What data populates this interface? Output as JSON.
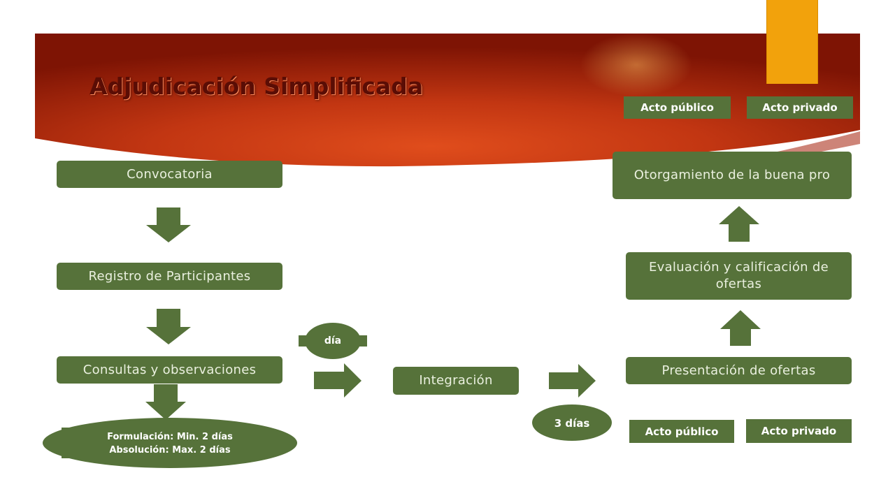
{
  "title": "Adjudicación Simplificada",
  "colors": {
    "box_fill": "#56723a",
    "banner_dark": "#7e1404",
    "banner_light": "#d9441a",
    "accent_tab": "#f2a20c",
    "title_text": "#5a0d05"
  },
  "steps": {
    "convocatoria": "Convocatoria",
    "registro": "Registro de Participantes",
    "consultas": "Consultas y observaciones",
    "integracion": "Integración",
    "presentacion": "Presentación de ofertas",
    "evaluacion": "Evaluación y calificación de ofertas",
    "otorgamiento": "Otorgamiento de la buena pro"
  },
  "notes": {
    "formulacion": "Formulación: Min. 2 días",
    "absolucion": "Absolución: Max. 2 días",
    "dia": "día",
    "tres_dias": "3 días"
  },
  "tags": {
    "top_publico": "Acto público",
    "top_privado": "Acto privado",
    "bottom_publico": "Acto público",
    "bottom_privado": "Acto privado"
  }
}
